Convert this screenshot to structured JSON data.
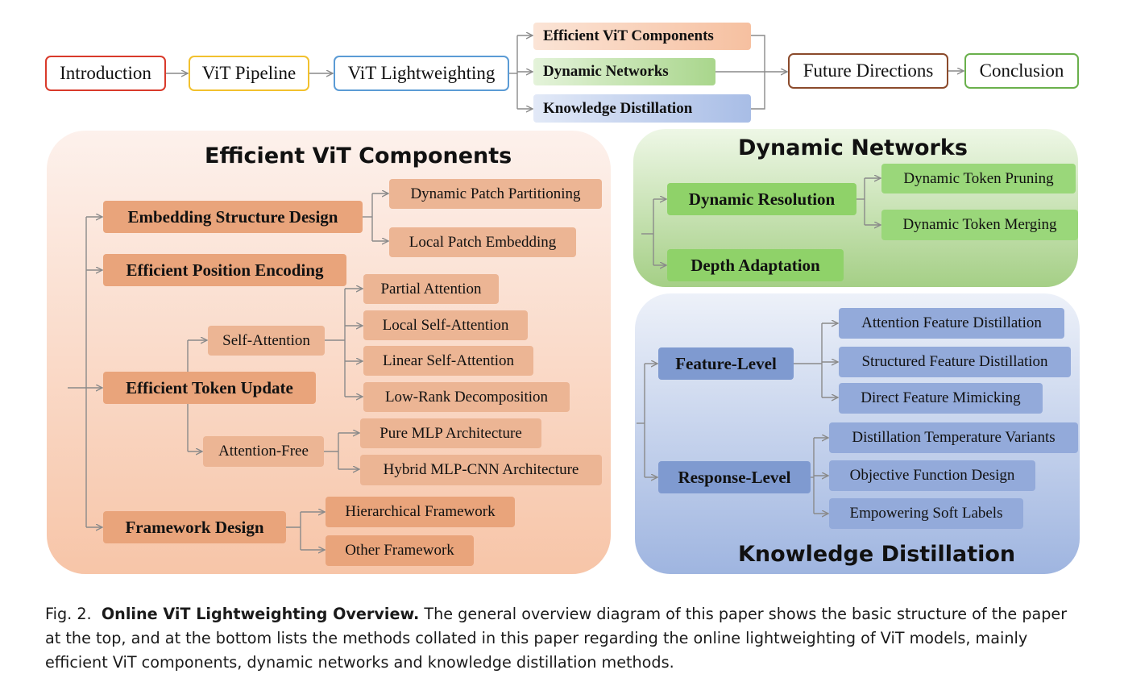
{
  "top_flow": {
    "introduction": "Introduction",
    "vit_pipeline": "ViT Pipeline",
    "vit_lightweighting": "ViT Lightweighting",
    "efficient_components": "Efficient ViT Components",
    "dynamic_networks": "Dynamic Networks",
    "knowledge_distillation": "Knowledge Distillation",
    "future_directions": "Future Directions",
    "conclusion": "Conclusion"
  },
  "colors": {
    "introduction": "#d93a2b",
    "vit_pipeline": "#f2c12e",
    "vit_lightweighting": "#5b9bd5",
    "future_directions": "#8b4a2b",
    "conclusion": "#6ab04c"
  },
  "efficient": {
    "title": "Efficient ViT Components",
    "embedding_structure": "Embedding Structure Design",
    "dynamic_patch": "Dynamic Patch Partitioning",
    "local_patch": "Local Patch Embedding",
    "position_encoding": "Efficient Position Encoding",
    "token_update": "Efficient Token Update",
    "self_attention": "Self-Attention",
    "partial_attention": "Partial Attention",
    "local_self_attention": "Local Self-Attention",
    "linear_self_attention": "Linear Self-Attention",
    "low_rank": "Low-Rank Decomposition",
    "attention_free": "Attention-Free",
    "pure_mlp": "Pure MLP Architecture",
    "hybrid_mlp_cnn": "Hybrid MLP-CNN Architecture",
    "framework_design": "Framework Design",
    "hierarchical": "Hierarchical Framework",
    "other_framework": "Other Framework"
  },
  "dynamic": {
    "title": "Dynamic Networks",
    "dynamic_resolution": "Dynamic Resolution",
    "token_pruning": "Dynamic Token Pruning",
    "token_merging": "Dynamic Token Merging",
    "depth_adaptation": "Depth Adaptation"
  },
  "kd": {
    "title": "Knowledge Distillation",
    "feature_level": "Feature-Level",
    "attention_feature": "Attention Feature Distillation",
    "structured_feature": "Structured Feature Distillation",
    "direct_feature": "Direct Feature Mimicking",
    "response_level": "Response-Level",
    "temperature": "Distillation Temperature Variants",
    "objective": "Objective Function Design",
    "soft_labels": "Empowering Soft Labels"
  },
  "caption": {
    "label": "Fig. 2.",
    "bold": "Online ViT Lightweighting Overview.",
    "text": "The general overview diagram of this paper shows the basic structure of the paper at the top, and at the bottom lists the methods collated in this paper regarding the online lightweighting of ViT models, mainly efficient ViT components, dynamic networks and knowledge distillation methods."
  }
}
